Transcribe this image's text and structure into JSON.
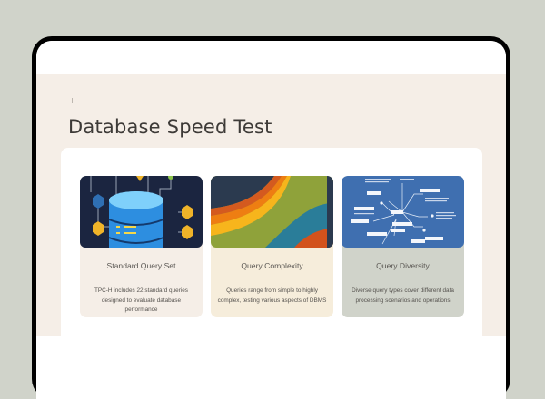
{
  "page": {
    "title": "Database Speed Test"
  },
  "cards": [
    {
      "title": "Standard Query Set",
      "description": "TPC-H includes 22 standard queries designed to evaluate database performance",
      "image": "database-network-illustration",
      "background": "#f5eee7"
    },
    {
      "title": "Query Complexity",
      "description": "Queries range from simple to highly complex, testing various aspects of DBMS",
      "image": "layered-wave-chart-illustration",
      "background": "#f6eddb"
    },
    {
      "title": "Query Diversity",
      "description": "Diverse query types cover different data processing scenarios and operations",
      "image": "blueprint-mind-map-illustration",
      "background": "#d0d3ca"
    }
  ],
  "colors": {
    "outer_background": "#d0d3ca",
    "page_background": "#f5eee7",
    "device_frame": "#000000",
    "title_text": "#3d3a37"
  }
}
